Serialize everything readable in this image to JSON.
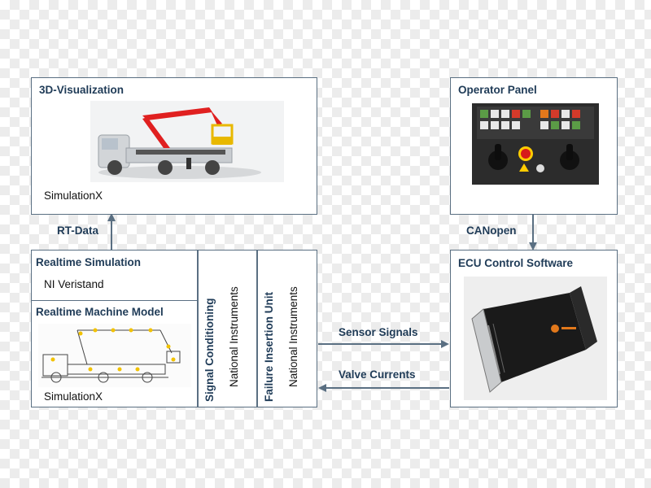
{
  "blocks": {
    "viz": {
      "title": "3D-Visualization",
      "sub": "SimulationX"
    },
    "operator": {
      "title": "Operator Panel"
    },
    "ecu": {
      "title": "ECU Control Software"
    },
    "realtime": {
      "title": "Realtime Simulation",
      "sub": "NI Veristand"
    },
    "model": {
      "title": "Realtime Machine Model",
      "sub": "SimulationX"
    },
    "signal": {
      "title": "Signal Conditioning",
      "sub": "National Instruments"
    },
    "failure": {
      "title": "Failure Insertion Unit",
      "sub": "National Instruments"
    }
  },
  "connections": {
    "rt_data": "RT-Data",
    "canopen": "CANopen",
    "sensor_signals": "Sensor Signals",
    "valve_currents": "Valve Currents"
  },
  "colors": {
    "border": "#5a6f82",
    "title": "#1f3b57",
    "arrow": "#5a6f82"
  },
  "icons": [
    "crane-truck-render",
    "operator-panel-photo",
    "ecu-controller-photo",
    "crane-schematic-drawing"
  ]
}
